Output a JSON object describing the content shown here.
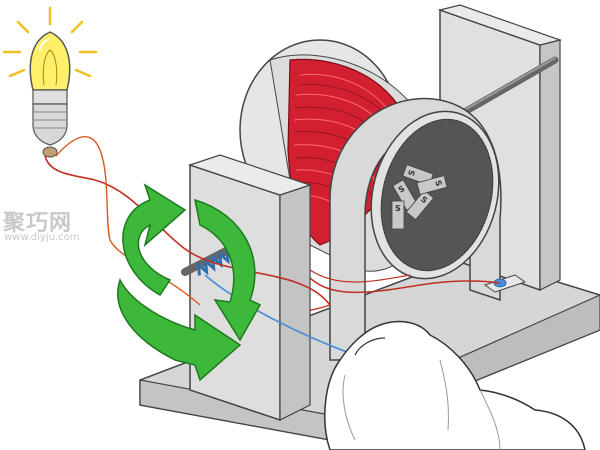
{
  "watermark": {
    "site_name": "聚巧网",
    "url": "www.diyju.com"
  },
  "magnets": {
    "pole_label": "S",
    "count": 5
  },
  "colors": {
    "housing": "#d9d9d9",
    "housing_outline": "#444444",
    "coil_wire": "#d22030",
    "lead_wire": "#c03020",
    "blue_wire": "#4a90d9",
    "arrow_green": "#3db83a",
    "bulb_glass": "#ffef6a",
    "bulb_rays": "#f0c020",
    "drum_face": "#555555",
    "magnet": "#c8c8c8"
  },
  "icons": {
    "bulb": "light-bulb-icon",
    "rotation": "rotation-arrows-icon"
  }
}
